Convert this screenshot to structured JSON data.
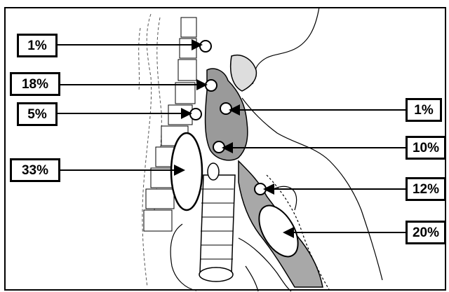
{
  "labels": {
    "left": [
      {
        "name": "label-1pct-top-left",
        "text": "1%"
      },
      {
        "name": "label-18pct-left",
        "text": "18%"
      },
      {
        "name": "label-5pct-left",
        "text": "5%"
      },
      {
        "name": "label-33pct-left",
        "text": "33%"
      }
    ],
    "right": [
      {
        "name": "label-1pct-right",
        "text": "1%"
      },
      {
        "name": "label-10pct-right",
        "text": "10%"
      },
      {
        "name": "label-12pct-right",
        "text": "12%"
      },
      {
        "name": "label-20pct-right",
        "text": "20%"
      }
    ]
  }
}
